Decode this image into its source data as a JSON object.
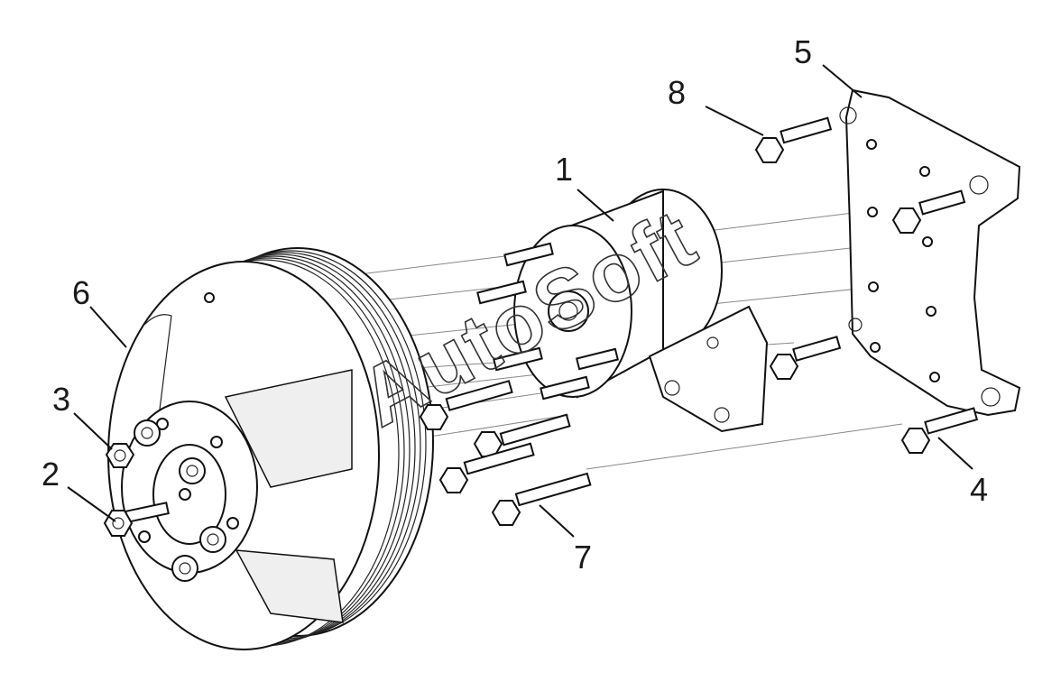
{
  "diagram": {
    "callouts": [
      {
        "id": "1",
        "label": "1"
      },
      {
        "id": "2",
        "label": "2"
      },
      {
        "id": "3",
        "label": "3"
      },
      {
        "id": "4",
        "label": "4"
      },
      {
        "id": "5",
        "label": "5"
      },
      {
        "id": "6",
        "label": "6"
      },
      {
        "id": "7",
        "label": "7"
      },
      {
        "id": "8",
        "label": "8"
      }
    ],
    "watermark": "AutoSoft"
  }
}
